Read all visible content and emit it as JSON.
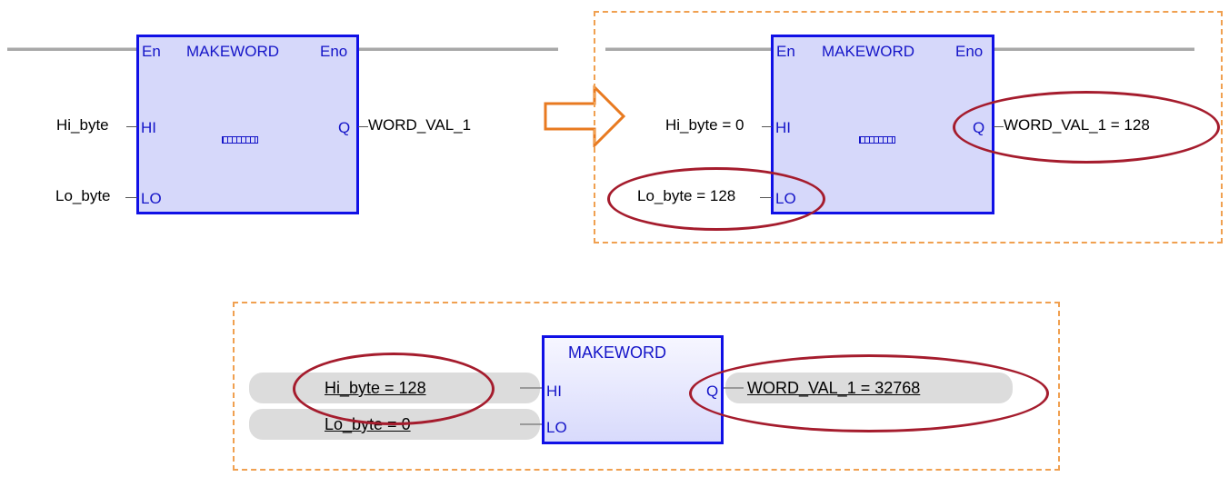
{
  "left_diagram": {
    "block_title": "MAKEWORD",
    "en": "En",
    "eno": "Eno",
    "pin_hi": "HI",
    "pin_lo": "LO",
    "pin_q": "Q",
    "input_hi": "Hi_byte",
    "input_lo": "Lo_byte",
    "output": "WORD_VAL_1"
  },
  "right_diagram": {
    "block_title": "MAKEWORD",
    "en": "En",
    "eno": "Eno",
    "pin_hi": "HI",
    "pin_lo": "LO",
    "pin_q": "Q",
    "input_hi": "Hi_byte = 0",
    "input_lo": "Lo_byte = 128",
    "output": "WORD_VAL_1 = 128"
  },
  "bottom_diagram": {
    "block_title": "MAKEWORD",
    "pin_hi": "HI",
    "pin_lo": "LO",
    "pin_q": "Q",
    "input_hi": "Hi_byte = 128",
    "input_lo": "Lo_byte = 0",
    "output": "WORD_VAL_1 = 32768"
  },
  "colors": {
    "block_border": "#1010e6",
    "block_fill": "#d6d8fa",
    "highlight_ellipse": "#a51c2d",
    "dashed_frame": "#f0a050",
    "arrow": "#e87a20"
  }
}
